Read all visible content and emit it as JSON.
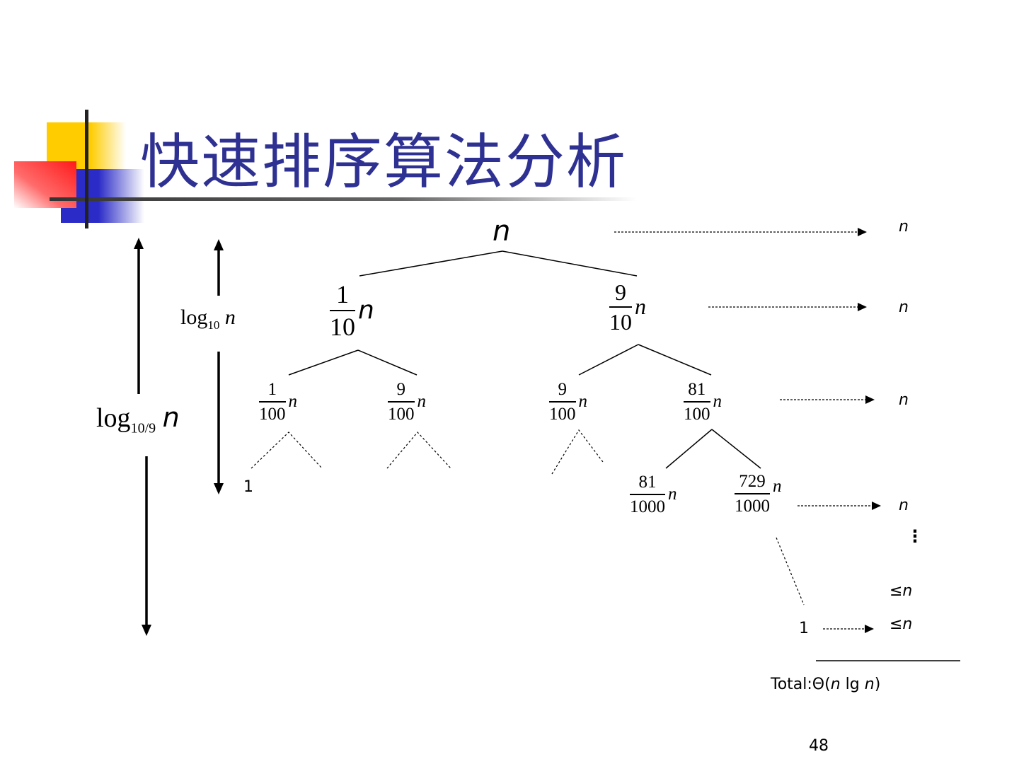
{
  "slide": {
    "title": "快速排序算法分析",
    "page_number": "48"
  },
  "tree": {
    "root": "n",
    "level1": [
      {
        "num": "1",
        "den": "10",
        "var": "n"
      },
      {
        "num": "9",
        "den": "10",
        "var": "n"
      }
    ],
    "level2": [
      {
        "num": "1",
        "den": "100",
        "var": "n"
      },
      {
        "num": "9",
        "den": "100",
        "var": "n"
      },
      {
        "num": "9",
        "den": "100",
        "var": "n"
      },
      {
        "num": "81",
        "den": "100",
        "var": "n"
      }
    ],
    "level3": [
      {
        "num": "81",
        "den": "1000",
        "var": "n"
      },
      {
        "num": "729",
        "den": "1000",
        "var": "n"
      }
    ],
    "leaf_left": "1",
    "leaf_right": "1"
  },
  "heights": {
    "short_log": "log",
    "short_base": "10",
    "short_var": "n",
    "long_log": "log",
    "long_base": "10/9",
    "long_var": "n"
  },
  "row_costs": {
    "row1": "n",
    "row2": "n",
    "row3": "n",
    "row4": "n",
    "dots": "⋮",
    "row5": "≤n",
    "row6": "≤n"
  },
  "total": {
    "prefix": "Total:Θ(",
    "n1": "n",
    "mid": " lg ",
    "n2": "n",
    "suffix": ")"
  },
  "colors": {
    "title": "#2e3192",
    "yellow": "#ffcc00",
    "red": "#ff2a2a",
    "blue": "#2b2bc8"
  }
}
